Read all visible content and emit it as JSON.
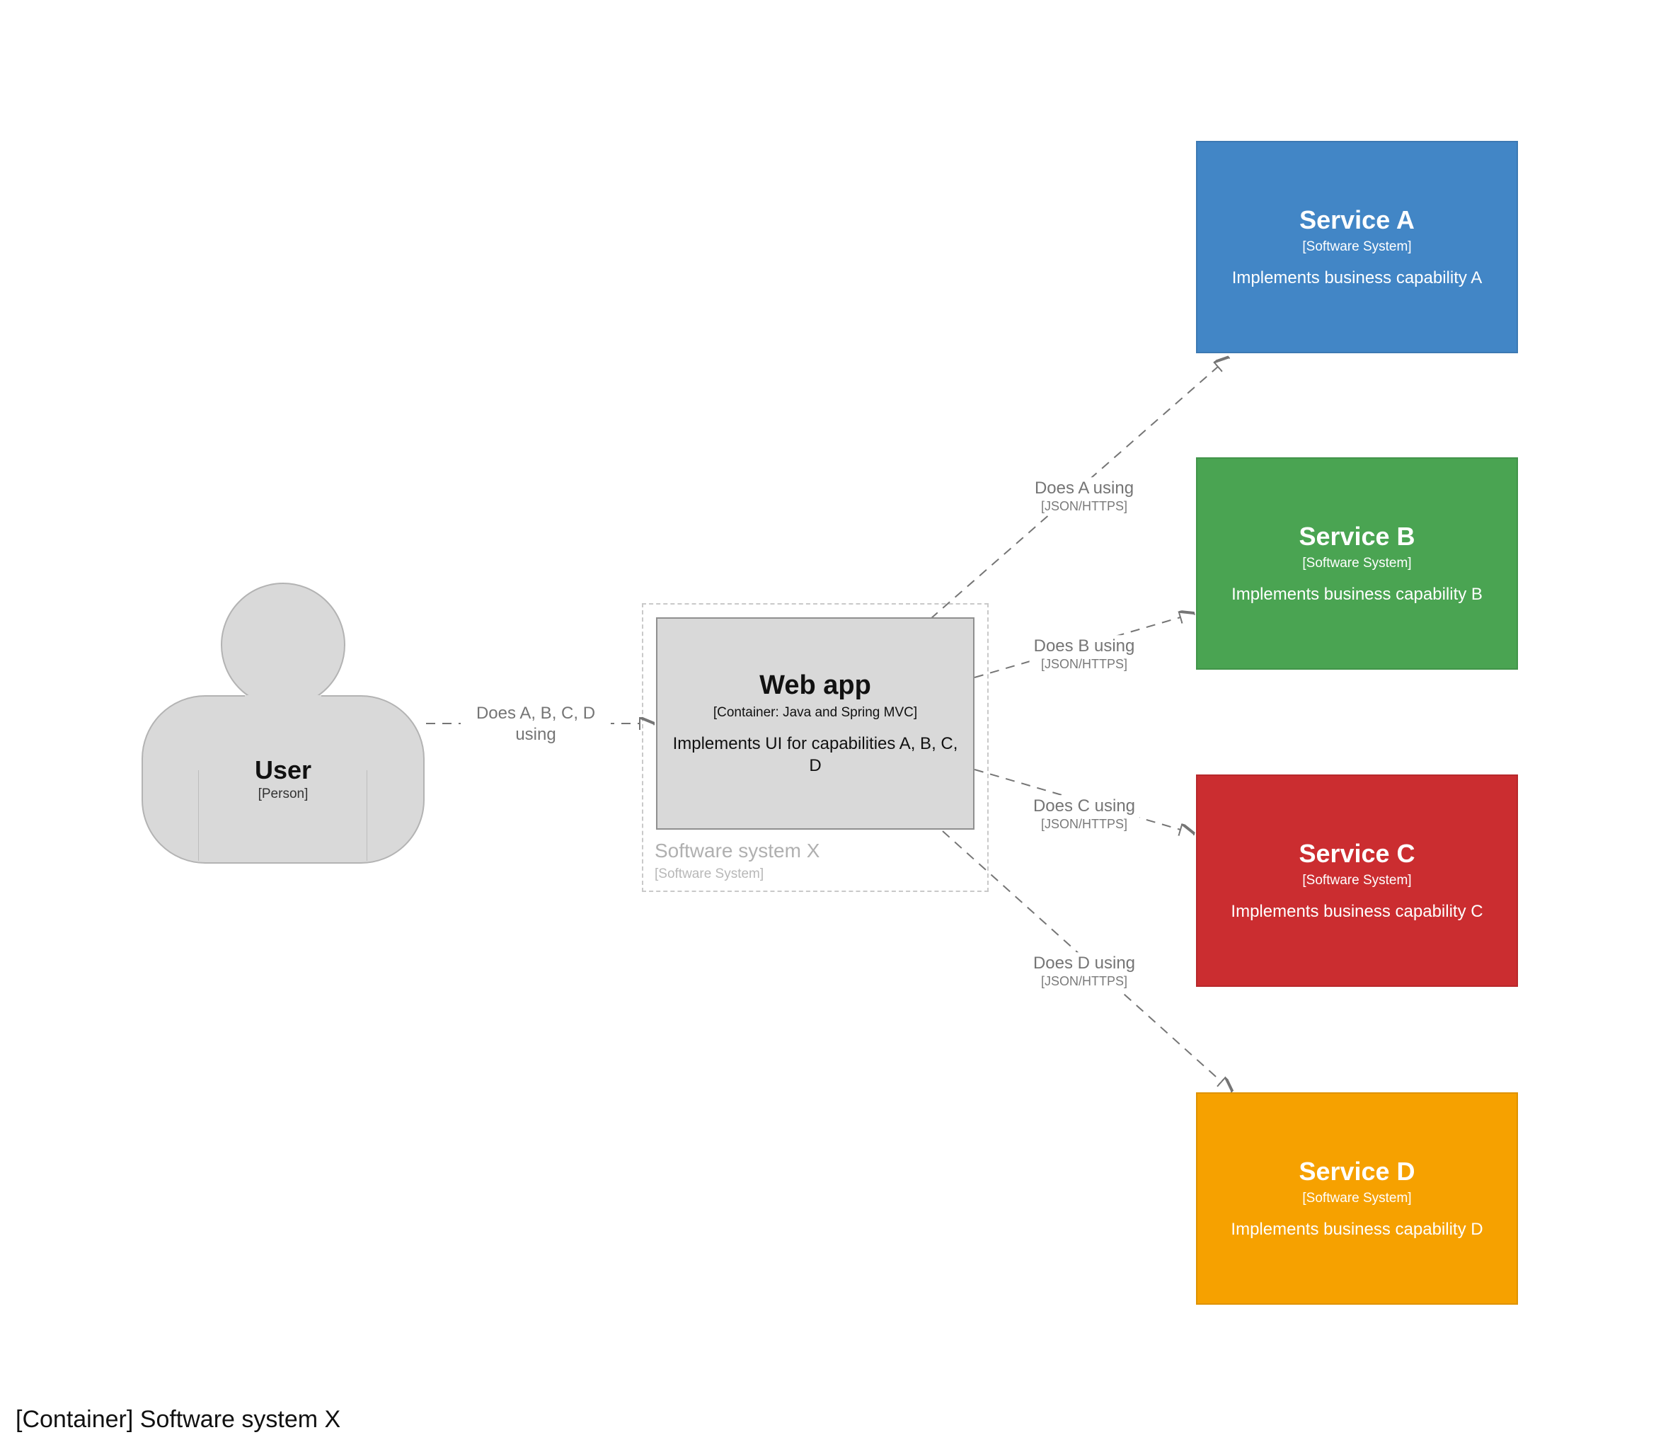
{
  "diagram": {
    "kind": "C4 container diagram",
    "caption": "[Container] Software system X"
  },
  "person": {
    "name": "User",
    "meta": "[Person]",
    "fill": "#d9d9d9",
    "border": "#b3b3b3"
  },
  "boundary": {
    "name": "Software system X",
    "meta": "[Software System]"
  },
  "webapp": {
    "name": "Web app",
    "meta": "[Container: Java and Spring MVC]",
    "description": "Implements UI for capabilities A, B, C, D",
    "fill": "#d9d9d9",
    "border": "#8f8f8f"
  },
  "services": [
    {
      "name": "Service A",
      "meta": "[Software System]",
      "description": "Implements business capability A",
      "fill": "#4286c6",
      "border": "#3c79b3"
    },
    {
      "name": "Service B",
      "meta": "[Software System]",
      "description": "Implements business capability B",
      "fill": "#4aa452",
      "border": "#42944a"
    },
    {
      "name": "Service C",
      "meta": "[Software System]",
      "description": "Implements business capability C",
      "fill": "#cb2d30",
      "border": "#b7282b"
    },
    {
      "name": "Service D",
      "meta": "[Software System]",
      "description": "Implements business capability D",
      "fill": "#f6a100",
      "border": "#de9200"
    }
  ],
  "relationships": [
    {
      "source": "User",
      "target": "Web app",
      "label": "Does A, B, C, D using",
      "technology": ""
    },
    {
      "source": "Web app",
      "target": "Service A",
      "label": "Does A using",
      "technology": "[JSON/HTTPS]"
    },
    {
      "source": "Web app",
      "target": "Service B",
      "label": "Does B using",
      "technology": "[JSON/HTTPS]"
    },
    {
      "source": "Web app",
      "target": "Service C",
      "label": "Does C using",
      "technology": "[JSON/HTTPS]"
    },
    {
      "source": "Web app",
      "target": "Service D",
      "label": "Does D using",
      "technology": "[JSON/HTTPS]"
    }
  ],
  "colors": {
    "edge": "#757575",
    "boundary_dash": "#c9c9c9",
    "background": "#ffffff",
    "text_on_dark": "#ffffff"
  }
}
